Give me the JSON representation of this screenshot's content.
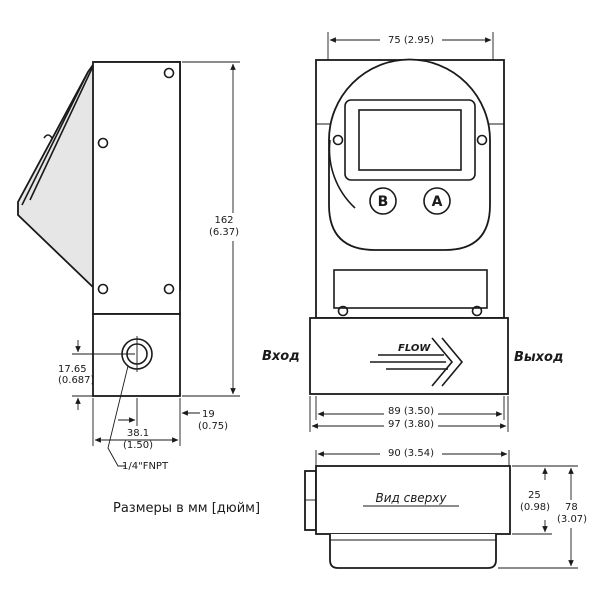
{
  "dimensions": {
    "width_top": "75 (2.95)",
    "height_mm": "162",
    "height_in": "(6.37)",
    "port_height_mm": "17.65",
    "port_height_in": "(0.687)",
    "port_width_mm": "38.1",
    "port_width_in": "(1.50)",
    "side_depth_mm": "19",
    "side_depth_in": "(0.75)",
    "port_thread": "1/4\"FNPT",
    "front_inner_width": "89 (3.50)",
    "front_outer_width": "97 (3.80)",
    "top_width": "90 (3.54)",
    "top_height_small_mm": "25",
    "top_height_small_in": "(0.98)",
    "top_height_total_mm": "78",
    "top_height_total_in": "(3.07)"
  },
  "labels": {
    "inlet": "Вход",
    "outlet": "Выход",
    "flow": "FLOW",
    "button_b": "B",
    "button_a": "A",
    "top_view": "Вид сверху",
    "units_note": "Размеры в мм  [дюйм]"
  }
}
